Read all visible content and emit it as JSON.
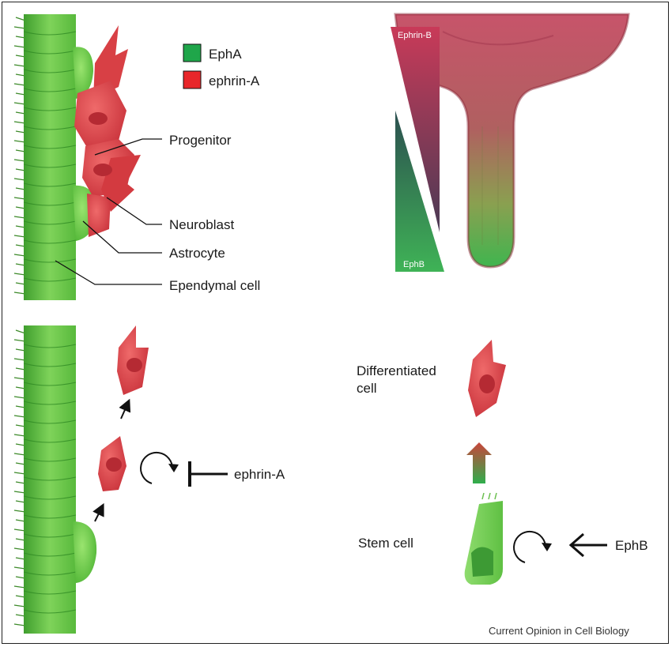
{
  "legend": {
    "items": [
      {
        "label": "EphA",
        "color": "#1fa64a"
      },
      {
        "label": "ephrin-A",
        "color": "#e8262a"
      }
    ]
  },
  "top_left": {
    "labels": {
      "progenitor": "Progenitor",
      "neuroblast": "Neuroblast",
      "astrocyte": "Astrocyte",
      "ependymal": "Ependymal cell"
    }
  },
  "gradient": {
    "top_label": "Ephrin-B",
    "bottom_label": "EphB",
    "top_color": "#c43a55",
    "bottom_color": "#3fae55"
  },
  "bottom_left": {
    "inhibitor_label": "ephrin-A"
  },
  "bottom_right": {
    "differentiated_label_line1": "Differentiated",
    "differentiated_label_line2": "cell",
    "stem_label": "Stem cell",
    "activator_label": "EphB"
  },
  "credit": "Current Opinion in Cell Biology",
  "icons": [
    "proliferation-cycle-icon",
    "inhibition-bar-icon",
    "activation-arrow-icon"
  ]
}
